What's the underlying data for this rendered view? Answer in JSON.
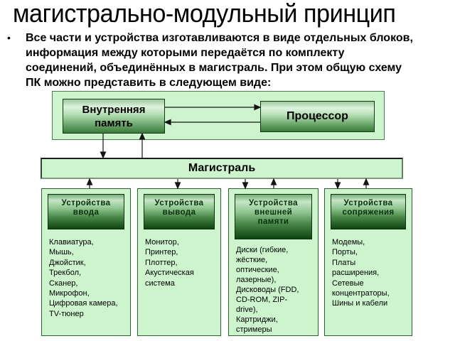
{
  "slide": {
    "title": "магистрально-модульный принцип"
  },
  "bullet": {
    "marker": "•",
    "lines": [
      "Все части и устройства изготавливаются в виде отдельных блоков,",
      "информация между которыми передаётся по комплекту",
      "соединений, объединённых в магистраль. При этом общую схему",
      "ПК можно представить в следующем виде:"
    ]
  },
  "diagram": {
    "memory_label": "Внутренняя память",
    "processor_label": "Процессор",
    "bus_label": "Магистраль",
    "columns": [
      {
        "title": "Устройства ввода",
        "lines": [
          "Клавиатура,",
          "Мышь,",
          "Джойстик,",
          "Трекбол,",
          "Сканер,",
          "Микрофон,",
          "Цифровая камера,",
          "TV-тюнер"
        ]
      },
      {
        "title": "Устройства вывода",
        "lines": [
          "Монитор,",
          "Принтер,",
          "Плоттер,",
          "Акустическая",
          "система"
        ]
      },
      {
        "title": "Устройства внешней памяти",
        "lines": [
          "Диски (гибкие,",
          "жёсткие,",
          "оптические,",
          "лазерные),",
          "Дисководы (FDD,",
          "CD-ROM, ZIP-",
          "drive),",
          "Картриджи,",
          "стримеры"
        ]
      },
      {
        "title": "Устройства сопряжения",
        "lines": [
          "Модемы,",
          "Порты,",
          "Платы",
          "расширения,",
          "Сетевые",
          "концентраторы,",
          "Шины и кабели"
        ]
      }
    ]
  },
  "colors": {
    "page_bg": "#ffffff",
    "panel_fill": "#cdf4cd",
    "panel_border": "#2e5f2e",
    "gradient_dark": "#0f430f",
    "header_text": "#07300a",
    "text": "#000000",
    "arrow": "#141414"
  }
}
